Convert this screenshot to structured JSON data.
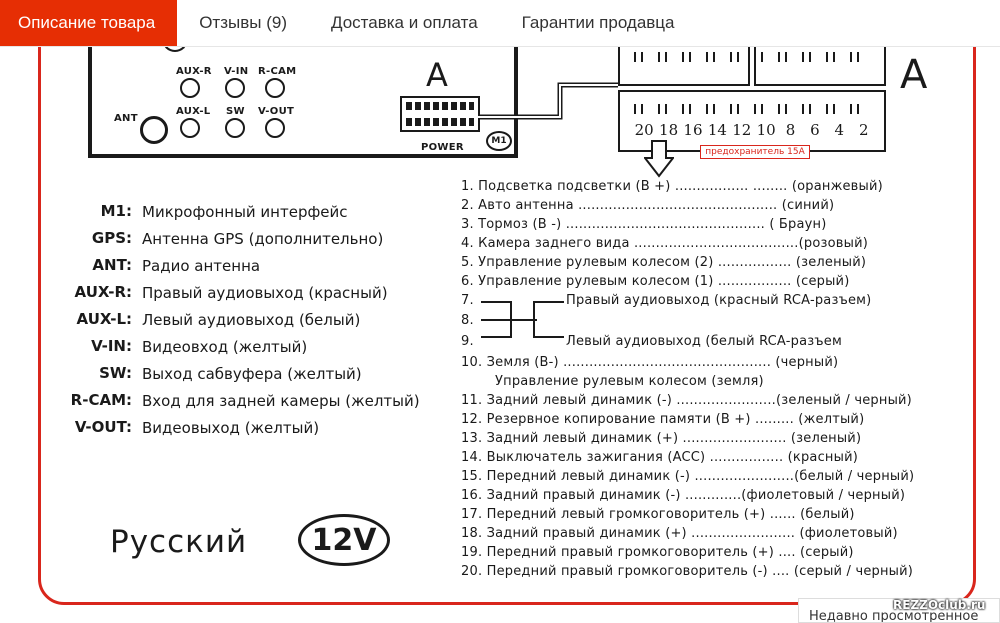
{
  "tabs": [
    {
      "label": "Описание товара",
      "active": true
    },
    {
      "label": "Отзывы (9)",
      "active": false
    },
    {
      "label": "Доставка и оплата",
      "active": false
    },
    {
      "label": "Гарантии продавца",
      "active": false
    }
  ],
  "accent_color": "#e62e04",
  "diagram": {
    "unit_ports": {
      "aux_r": "AUX-R",
      "v_in": "V-IN",
      "r_cam": "R-CAM",
      "aux_l": "AUX-L",
      "sw": "SW",
      "v_out": "V-OUT",
      "ant": "ANT",
      "power": "POWER",
      "m1": "M1"
    },
    "connector_letter": "A",
    "connector_big_letter": "A",
    "pin_numbers": [
      "20",
      "18",
      "16",
      "14",
      "12",
      "10",
      "8",
      "6",
      "4",
      "2"
    ],
    "fuse_label": "предохранитель 15A",
    "legend": [
      {
        "key": "M1:",
        "value": "Микрофонный интерфейс"
      },
      {
        "key": "GPS:",
        "value": "Антенна GPS (дополнительно)"
      },
      {
        "key": "ANT:",
        "value": "Радио антенна"
      },
      {
        "key": "AUX-R:",
        "value": "Правый аудиовыход (красный)"
      },
      {
        "key": "AUX-L:",
        "value": "Левый аудиовыход (белый)"
      },
      {
        "key": "V-IN:",
        "value": "Видеовход (желтый)"
      },
      {
        "key": "SW:",
        "value": "Выход сабвуфера (желтый)"
      },
      {
        "key": "R-CAM:",
        "value": "Вход для задней камеры (желтый)"
      },
      {
        "key": "V-OUT:",
        "value": "Видеовыход (желтый)"
      }
    ],
    "language_label": "Русский",
    "voltage_label": "12V",
    "pins": [
      "1. Подсветка подсветки (B +) ................. ........ (оранжевый)",
      "2. Авто антенна .............................................. (синий)",
      "3. Тормоз (B -) .............................................. ( Браун)",
      "4. Камера заднего вида ......................................(розовый)",
      "5. Управление рулевым колесом (2) ................. (зеленый)",
      "6. Управление рулевым колесом (1) ................. (серый)",
      "7.",
      "Правый аудиовыход (красный RCA-разъем)",
      "8.",
      "9.",
      "Левый аудиовыход  (белый RCA-разъем",
      "10. Земля (B-) ................................................ (черный)",
      "Управление рулевым колесом (земля)",
      "11. Задний левый динамик (-) .......................(зеленый / черный)",
      "12. Резервное копирование памяти (B +) ......... (желтый)",
      "13. Задний левый динамик (+) ........................ (зеленый)",
      "14. Выключатель зажигания (ACC) ................. (красный)",
      "15. Передний левый динамик (-) .......................(белый / черный)",
      "16. Задний правый динамик (-) .............(фиолетовый / черный)",
      "17. Передний левый громкоговоритель (+) ...... (белый)",
      "18. Задний правый динамик (+) ........................ (фиолетовый)",
      "19. Передний правый громкоговоритель (+) .... (серый)",
      "20. Передний правый громкоговоритель (-) .... (серый / черный)"
    ]
  },
  "recently_viewed_label": "Недавно просмотренное",
  "watermark": "REZZOclub.ru"
}
